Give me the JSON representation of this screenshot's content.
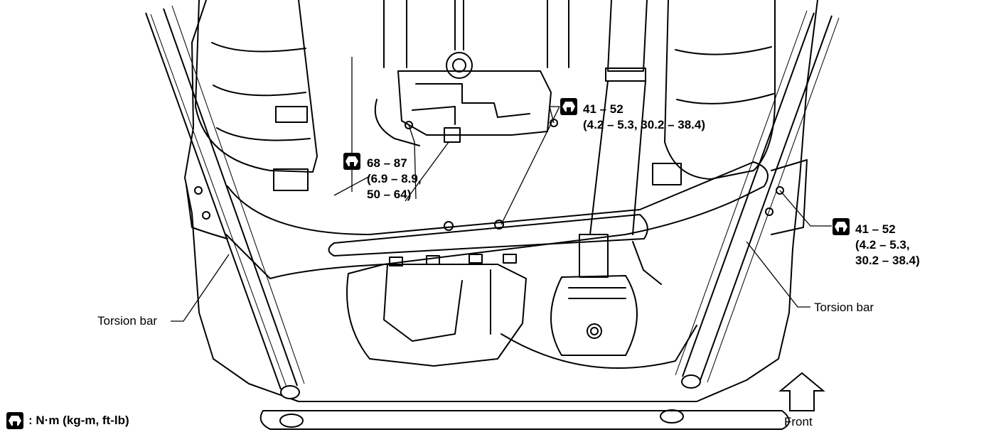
{
  "torque_callouts": [
    {
      "id": "upper-right",
      "line1": "41 – 52",
      "line2": "(4.2 – 5.3, 30.2 – 38.4)",
      "line3": ""
    },
    {
      "id": "left",
      "line1": "68 – 87",
      "line2": "(6.9 – 8.9,",
      "line3": "50 – 64)"
    },
    {
      "id": "right",
      "line1": "41 – 52",
      "line2": "(4.2 – 5.3,",
      "line3": "30.2 – 38.4)"
    }
  ],
  "labels": {
    "torsion_bar_left": "Torsion bar",
    "torsion_bar_right": "Torsion bar",
    "front": "Front"
  },
  "legend": {
    "icon": "torque-wrench-icon",
    "text": ": N·m (kg-m, ft-lb)"
  }
}
